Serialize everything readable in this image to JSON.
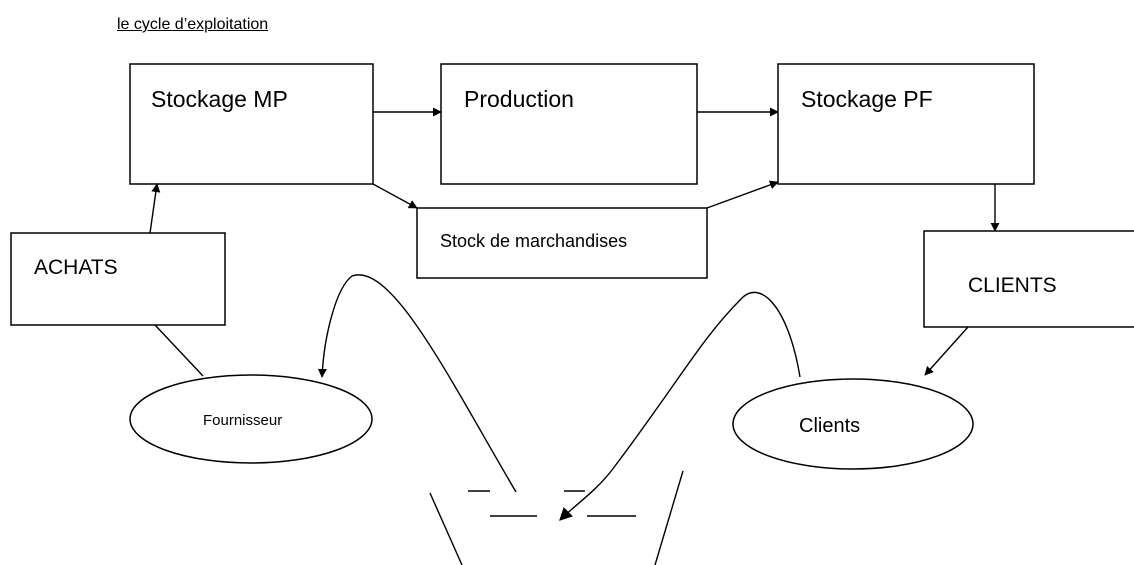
{
  "title": "le cycle d’exploitation",
  "boxes": {
    "stockage_mp": "Stockage MP",
    "production": "Production",
    "stockage_pf": "Stockage PF",
    "stock_marchandises": "Stock de marchandises",
    "achats": "ACHATS",
    "clients_box": "CLIENTS"
  },
  "ellipses": {
    "fournisseur": "Fournisseur",
    "clients": "Clients"
  }
}
